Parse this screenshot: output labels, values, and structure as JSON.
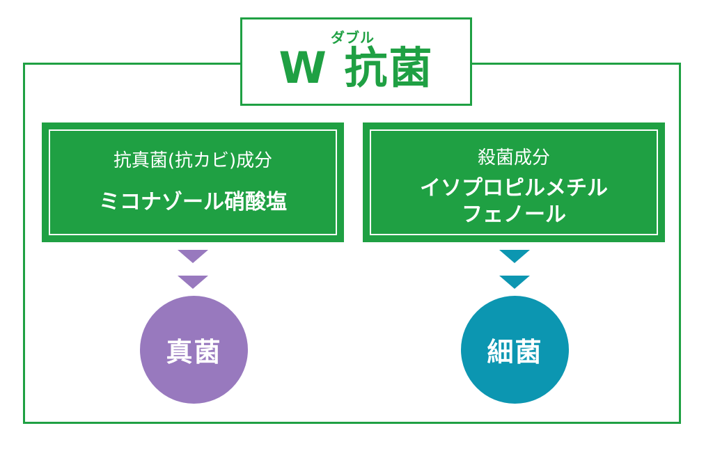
{
  "title": {
    "ruby": "ダブル",
    "main": "W 抗菌"
  },
  "colors": {
    "green": "#1fa043",
    "purple": "#9879be",
    "teal": "#0c96b1"
  },
  "ingredients": [
    {
      "label": "抗真菌(抗カビ)成分",
      "name_lines": [
        "ミコナゾール硝酸塩"
      ],
      "target": "真菌"
    },
    {
      "label": "殺菌成分",
      "name_lines": [
        "イソプロピルメチル",
        "フェノール"
      ],
      "target": "細菌"
    }
  ]
}
